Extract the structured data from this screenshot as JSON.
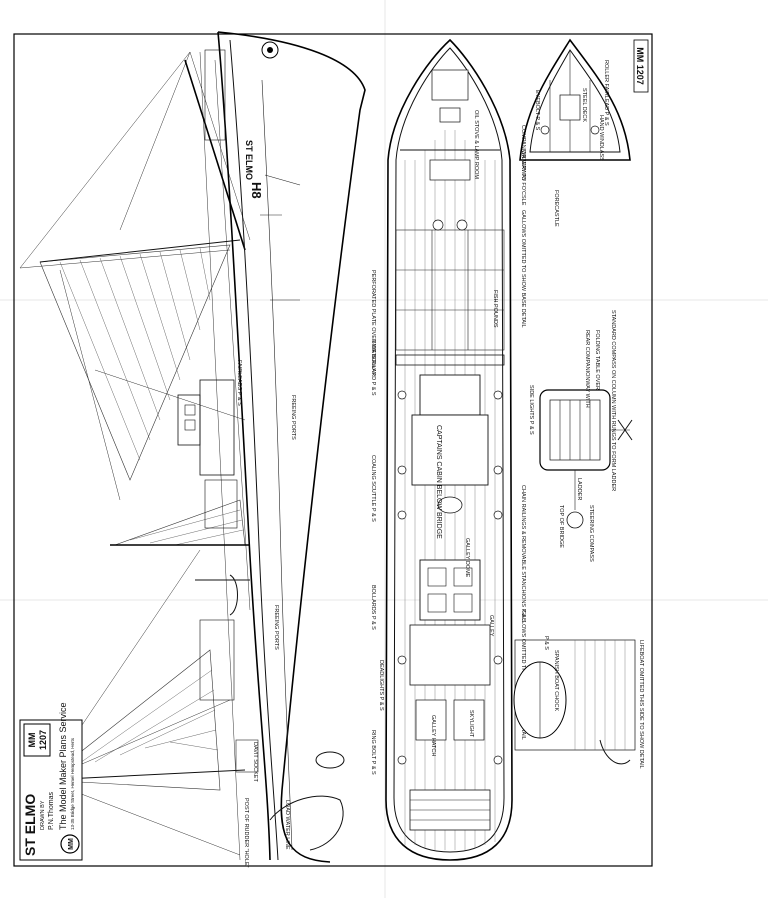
{
  "sheet": {
    "plan_number": "MM 1207",
    "ship_name_hull": "ST ELMO",
    "registration": "H8"
  },
  "title_block": {
    "name": "ST ELMO",
    "drawn_by_label": "DRAWN BY",
    "drawn_by": "P.N.Thomas",
    "publisher": "The Model Maker Plans Service",
    "address": "13-35 Bridge Street, Hemel Hempstead, Herts",
    "logo_text": "MM",
    "plan_badge_top": "MM",
    "plan_badge_bottom": "1207"
  },
  "labels": {
    "load_water_line": "LOAD WATER LINE",
    "post_of_rudder": "POST OF RUDDER \"HOLE\"",
    "freeing_ports_lower": "FREEING PORTS",
    "freeing_ports_upper": "FREEING PORTS",
    "fairleads": "FAIRLEADS P & S",
    "ring_bolt": "RING BOLT P & S",
    "bollards": "BOLLARDS P & S",
    "deadlights": "DEADLIGHTS P & S",
    "coaling_scuttle": "COALING SCUTTLE P & S",
    "side_bollard": "SIDE BOLLARD P & S",
    "perforated_plate": "PERFORATED PLATE OVER WATERWAY",
    "companion_way": "COMPANION WAY TO FO'CSLE",
    "galley_dome": "GALLEY DOME",
    "captains_cabin": "CAPTAINS CABIN BELOW BRIDGE",
    "fish_pounds": "FISH POUNDS",
    "galley_hatch": "GALLEY HATCH",
    "skylight": "SKYLIGHT",
    "waterway": "WATERWAY",
    "galley": "GALLEY",
    "fo_c_stove": "OIL STOVE & LAMP ROOM",
    "chain_pipes": "CHAIN RAILINGS & REMOVABLE STANCHIONS P & S",
    "gallows_top": "GALLOWS OMITTED TO SHOW BASE DETAIL",
    "gallows_bottom": "GALLOWS OMITTED THIS SIDE TO SHOW DETAIL",
    "lifeboat_omitted": "LIFEBOAT OMITTED THIS SIDE TO SHOW DETAIL",
    "foc_sle": "FORECASTLE",
    "roller_fairlead": "ROLLER FAIRLEAD P & S",
    "steel_deck": "STEEL DECK",
    "windlass": "HAND WINDLASS",
    "eyebolt": "EYEBOLT P & S",
    "standard_compass": "STANDARD COMPASS ON COLUMN WITH RUNGS TO FORM LADDER",
    "folding_table": "FOLDING TABLE OVER",
    "rear_companionway": "REAR COMPANIONWAY WITH",
    "top_of_bridge": "TOP OF BRIDGE",
    "steering_compass": "STEERING COMPASS",
    "ladder": "LADDER",
    "side_lights": "SIDE LIGHTS P & S",
    "davit_socket": "DAVIT SOCKET",
    "spanish_boat": "SPANISH BOAT CHOCK",
    "lifeboat_ps": "P & S"
  }
}
